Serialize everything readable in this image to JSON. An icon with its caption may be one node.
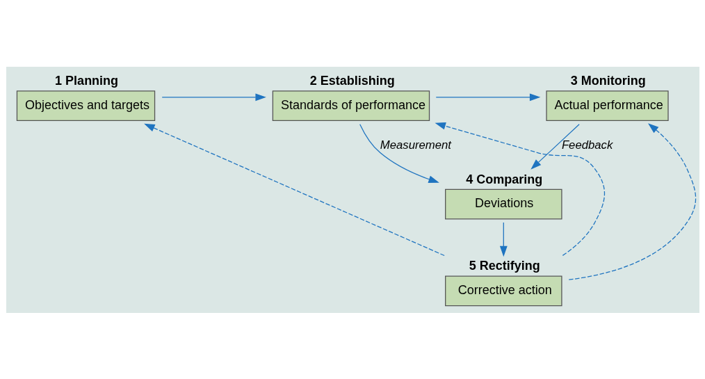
{
  "diagram": {
    "nodes": [
      {
        "text": [
          "1 Planning",
          "Objectives and targets"
        ]
      },
      {
        "text": [
          "2 Establishing",
          "Standards of performance"
        ]
      },
      {
        "text": [
          "3 Monitoring",
          "Actual performance"
        ]
      },
      {
        "text": [
          "4 Comparing",
          "Deviations"
        ]
      },
      {
        "text": [
          "5 Rectifying",
          "Corrective action"
        ]
      }
    ],
    "edges": [
      {
        "from": 0,
        "to": 1,
        "arrow": "to"
      },
      {
        "from": 1,
        "to": 2,
        "arrow": "to"
      },
      {
        "from": 1,
        "to": 3,
        "arrow": "to",
        "label": "Measurement"
      },
      {
        "from": 2,
        "to": 3,
        "arrow": "to",
        "label": "Feedback"
      },
      {
        "from": 3,
        "to": 4,
        "arrow": "to"
      },
      {
        "from": 4,
        "to": 0,
        "arrow": "to",
        "style": "dashed"
      },
      {
        "from": 4,
        "to": 1,
        "arrow": "to",
        "style": "dashed"
      },
      {
        "from": 4,
        "to": 2,
        "arrow": "to",
        "style": "dashed"
      }
    ]
  }
}
